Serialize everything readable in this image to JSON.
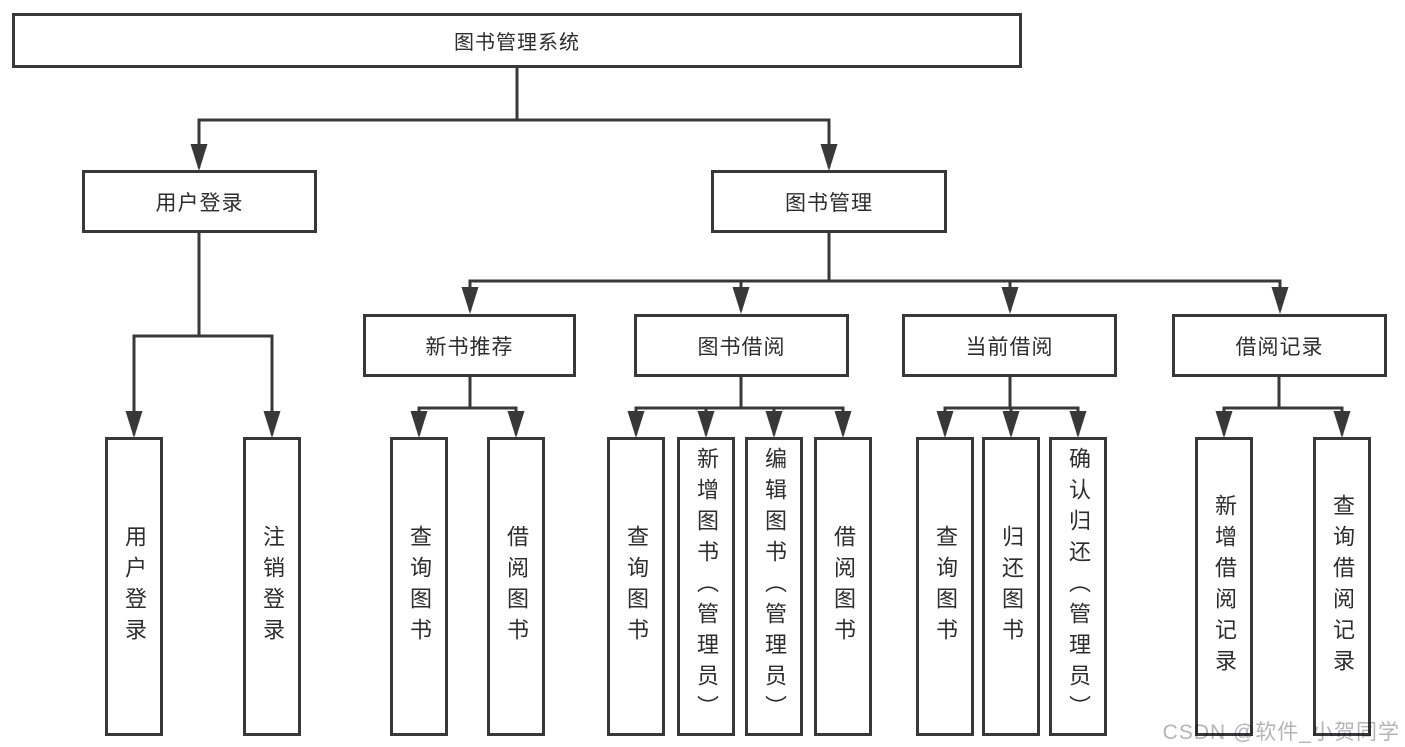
{
  "diagram": {
    "root": "图书管理系统",
    "level2": {
      "user_login": "用户登录",
      "book_mgmt": "图书管理"
    },
    "level3": {
      "new_rec": "新书推荐",
      "borrow": "图书借阅",
      "current": "当前借阅",
      "records": "借阅记录"
    },
    "leaves": {
      "login": "用户登录",
      "logout": "注销登录",
      "rec_query": "查询图书",
      "rec_borrow": "借阅图书",
      "bor_query": "查询图书",
      "bor_add": "新增图书（管理员）",
      "bor_edit": "编辑图书（管理员）",
      "bor_borrow": "借阅图书",
      "cur_query": "查询图书",
      "cur_return": "归还图书",
      "cur_confirm": "确认归还（管理员）",
      "log_add": "新增借阅记录",
      "log_query": "查询借阅记录"
    }
  },
  "watermark": "CSDN @软件_小贺同学",
  "colors": {
    "line": "#383838",
    "text": "#2d2d2d",
    "watermark": "#b4b4b8",
    "background": "#ffffff"
  }
}
